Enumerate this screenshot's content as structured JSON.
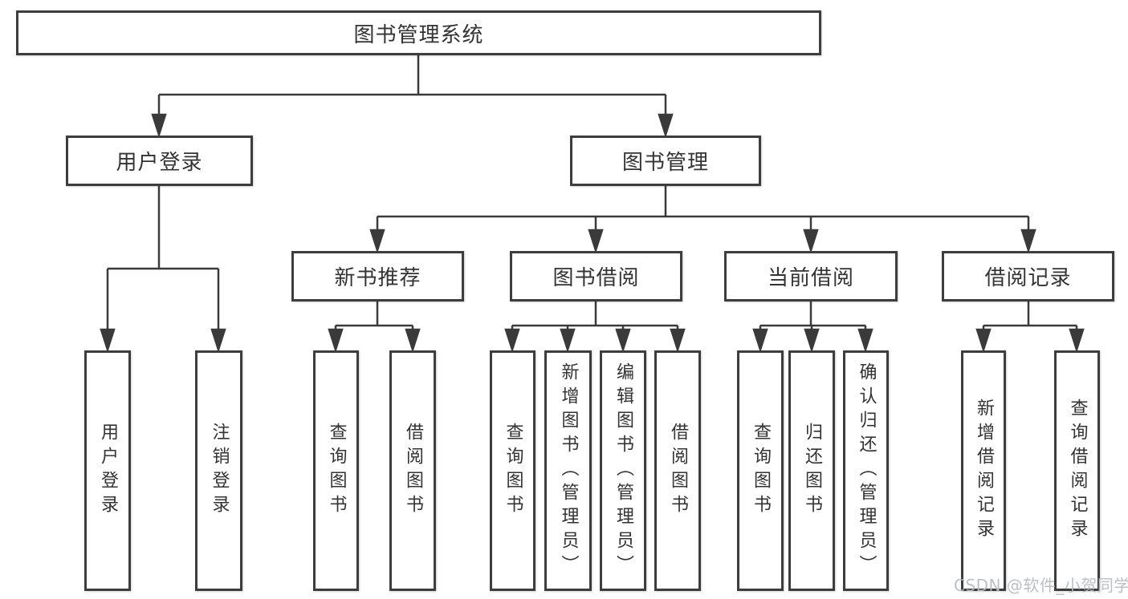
{
  "tree": {
    "root": {
      "label": "图书管理系统"
    },
    "branches": [
      {
        "label": "用户登录",
        "children": [
          {
            "label": "用户登录"
          },
          {
            "label": "注销登录"
          }
        ]
      },
      {
        "label": "图书管理",
        "groups": [
          {
            "label": "新书推荐",
            "children": [
              {
                "label": "查询图书"
              },
              {
                "label": "借阅图书"
              }
            ]
          },
          {
            "label": "图书借阅",
            "children": [
              {
                "label": "查询图书"
              },
              {
                "label": "新增图书（管理员）"
              },
              {
                "label": "编辑图书（管理员）"
              },
              {
                "label": "借阅图书"
              }
            ]
          },
          {
            "label": "当前借阅",
            "children": [
              {
                "label": "查询图书"
              },
              {
                "label": "归还图书"
              },
              {
                "label": "确认归还（管理员）"
              }
            ]
          },
          {
            "label": "借阅记录",
            "children": [
              {
                "label": "新增借阅记录"
              },
              {
                "label": "查询借阅记录"
              }
            ]
          }
        ]
      }
    ]
  },
  "watermark": {
    "text": "CSDN @软件_小贺同学",
    "color": "#b6bbbe"
  },
  "colors": {
    "line": "#3a3a3a",
    "box_border": "#3d3d3d",
    "text": "#333333",
    "background": "#ffffff"
  }
}
